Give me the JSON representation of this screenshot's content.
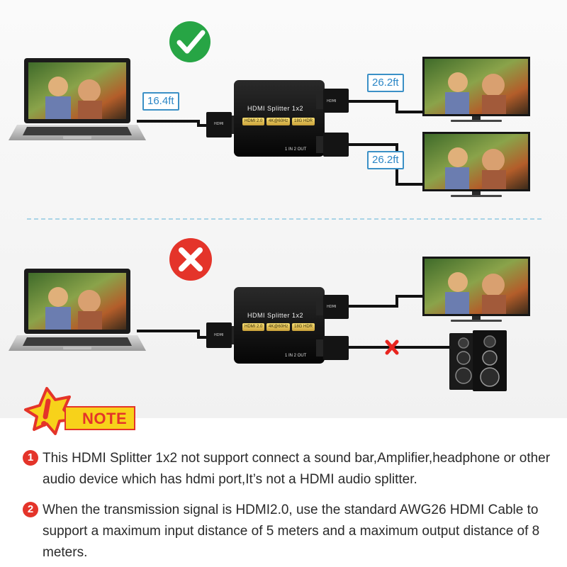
{
  "diagram_correct": {
    "status_icon": "check-mark-icon",
    "input_length": "16.4ft",
    "output_lengths": [
      "26.2ft",
      "26.2ft"
    ],
    "splitter": {
      "title": "HDMI Splitter 1x2",
      "chips": [
        "HDMI 2.0",
        "4K@60Hz",
        "18G HDR"
      ],
      "subtitle": "1 IN 2 OUT"
    },
    "plug_label": "HDMI"
  },
  "diagram_incorrect": {
    "status_icon": "x-mark-icon",
    "splitter": {
      "title": "HDMI Splitter 1x2",
      "chips": [
        "HDMI 2.0",
        "4K@60Hz",
        "18G HDR"
      ],
      "subtitle": "1 IN 2 OUT"
    },
    "plug_label": "HDMI",
    "blocked_icon": "red-x-icon"
  },
  "note": {
    "badge_icon": "exclamation-star-icon",
    "label": "NOTE",
    "items": [
      {
        "number": "1",
        "text": "This HDMI Splitter 1x2 not support connect a sound bar,Amplifier,headphone or other audio device which has hdmi port,It’s not a HDMI audio splitter."
      },
      {
        "number": "2",
        "text": "When the transmission signal is HDMI2.0, use the standard AWG26 HDMI Cable to support a maximum input distance of 5 meters and a maximum output distance of 8 meters."
      }
    ]
  },
  "colors": {
    "check_green": "#27a545",
    "x_red": "#e4342a",
    "distance_blue": "#3b90c6",
    "cable_black": "#111111",
    "note_yellow": "#f7d21a"
  }
}
